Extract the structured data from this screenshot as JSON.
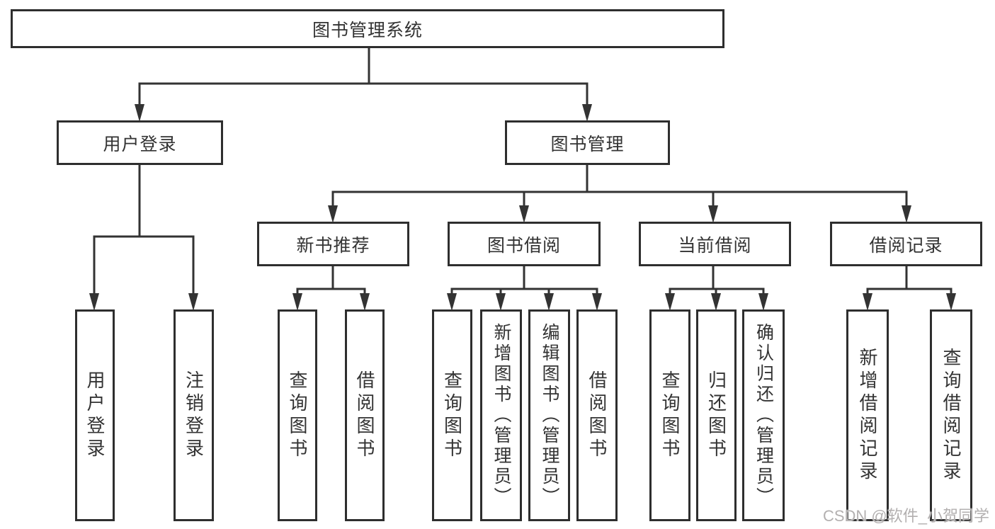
{
  "diagram_title": "图书管理系统",
  "watermark": "CSDN @软件_小贺同学",
  "colors": {
    "line": "#333333",
    "box_border": "#2e2e2e",
    "text": "#333333",
    "watermark": "#b3b0b0",
    "background": "#ffffff"
  },
  "nodes": {
    "root": {
      "label": "图书管理系统"
    },
    "user_login": {
      "label": "用户登录"
    },
    "book_mgmt": {
      "label": "图书管理"
    },
    "new_book_rec": {
      "label": "新书推荐"
    },
    "book_borrow": {
      "label": "图书借阅"
    },
    "current_borrow": {
      "label": "当前借阅"
    },
    "borrow_records": {
      "label": "借阅记录"
    },
    "leaf_user_login": {
      "label": "用户登录"
    },
    "leaf_logout": {
      "label": "注销登录"
    },
    "leaf_query_book_rec": {
      "label": "查询图书"
    },
    "leaf_borrow_book_rec": {
      "label": "借阅图书"
    },
    "leaf_query_book_borrow": {
      "label": "查询图书"
    },
    "leaf_add_book_admin": {
      "label": "新增图书（管理员）"
    },
    "leaf_edit_book_admin": {
      "label": "编辑图书（管理员）"
    },
    "leaf_borrow_book_borrow": {
      "label": "借阅图书"
    },
    "leaf_query_book_current": {
      "label": "查询图书"
    },
    "leaf_return_book": {
      "label": "归还图书"
    },
    "leaf_confirm_return_admin": {
      "label": "确认归还（管理员）"
    },
    "leaf_add_borrow_record": {
      "label": "新增借阅记录"
    },
    "leaf_query_borrow_record": {
      "label": "查询借阅记录"
    }
  }
}
